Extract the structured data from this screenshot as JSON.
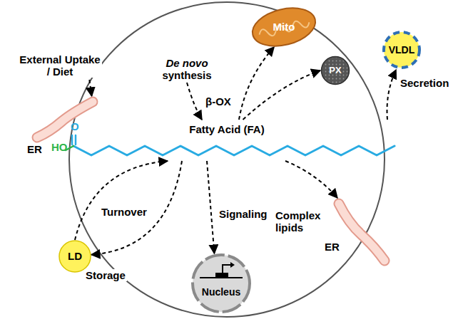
{
  "diagram": {
    "nodes": [
      {
        "text": [
          "External Uptake / Diet"
        ]
      },
      {
        "text": [
          "ER"
        ]
      },
      {
        "text": [
          "De novo",
          "synthesis"
        ]
      },
      {
        "text": [
          "Mito"
        ]
      },
      {
        "text": [
          "PX"
        ]
      },
      {
        "text": [
          "VLDL"
        ]
      },
      {
        "text": [
          "Fatty Acid (FA)"
        ]
      },
      {
        "text": [
          "LD"
        ]
      },
      {
        "text": [
          "Nucleus"
        ]
      },
      {
        "text": [
          "ER"
        ]
      }
    ],
    "edges": [
      {
        "from": 0,
        "to": 1,
        "arrow": "to"
      },
      {
        "from": 2,
        "to": 6,
        "arrow": "to"
      },
      {
        "from": 6,
        "to": 3,
        "label": "β-OX",
        "arrow": "to"
      },
      {
        "from": 6,
        "to": 4,
        "arrow": "to"
      },
      {
        "from": 6,
        "to": 5,
        "label": "Secretion",
        "arrow": "to"
      },
      {
        "from": 7,
        "to": 6,
        "label": "Turnover",
        "arrow": "to"
      },
      {
        "from": 6,
        "to": 7,
        "label": "Storage",
        "arrow": "to"
      },
      {
        "from": 6,
        "to": 8,
        "label": "Signaling",
        "arrow": "to"
      },
      {
        "from": 6,
        "to": 9,
        "label": "Complex lipids",
        "arrow": "to"
      }
    ],
    "labels": [
      "O",
      "HO"
    ]
  }
}
